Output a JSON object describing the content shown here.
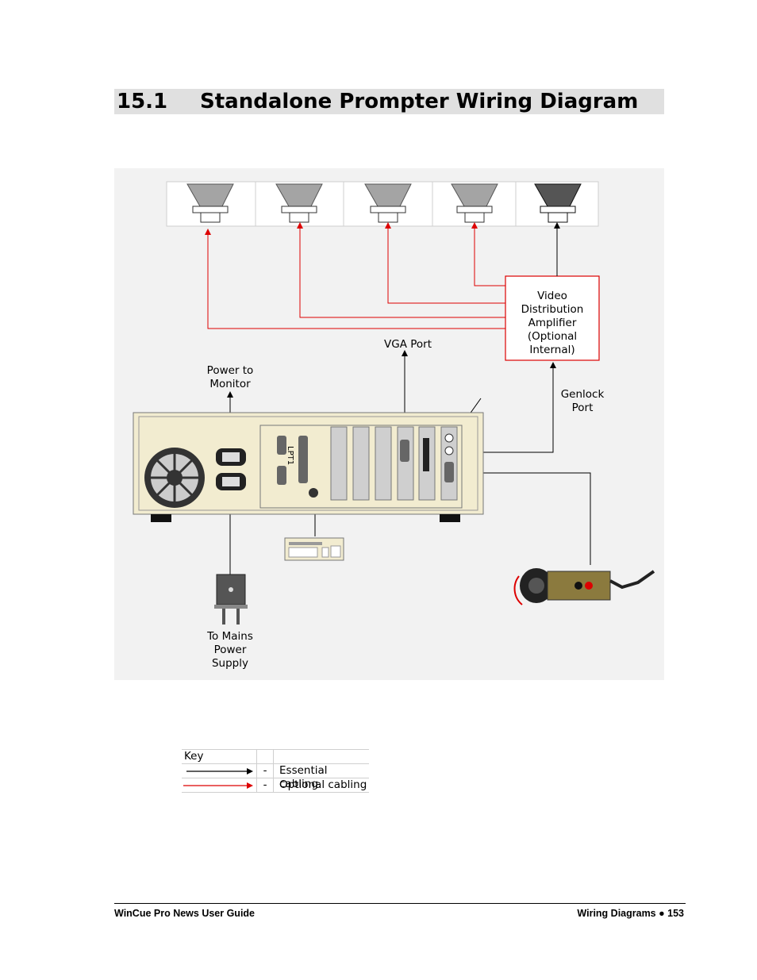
{
  "heading": {
    "number": "15.1",
    "title": "Standalone Prompter Wiring Diagram"
  },
  "diagram": {
    "labels": {
      "vda": [
        "Video Distribution",
        "Amplifier",
        "(Optional",
        "Internal)"
      ],
      "vga_port": "VGA Port",
      "power_monitor": [
        "Power to",
        "Monitor"
      ],
      "genlock": [
        "Genlock",
        "Port"
      ],
      "mains": [
        "To Mains",
        "Power",
        "Supply"
      ],
      "lpt": "LPT1"
    },
    "colors": {
      "essential": "#000000",
      "optional": "#dd0000",
      "pc_case": "#f2ecd0",
      "panel_bg": "#f2f2f2"
    }
  },
  "key": {
    "title": "Key",
    "rows": [
      {
        "dash": "-",
        "label": "Essential cabling"
      },
      {
        "dash": "-",
        "label": "Optional cabling"
      }
    ]
  },
  "footer": {
    "left": "WinCue Pro News User Guide",
    "right": "Wiring Diagrams  ●  153"
  }
}
